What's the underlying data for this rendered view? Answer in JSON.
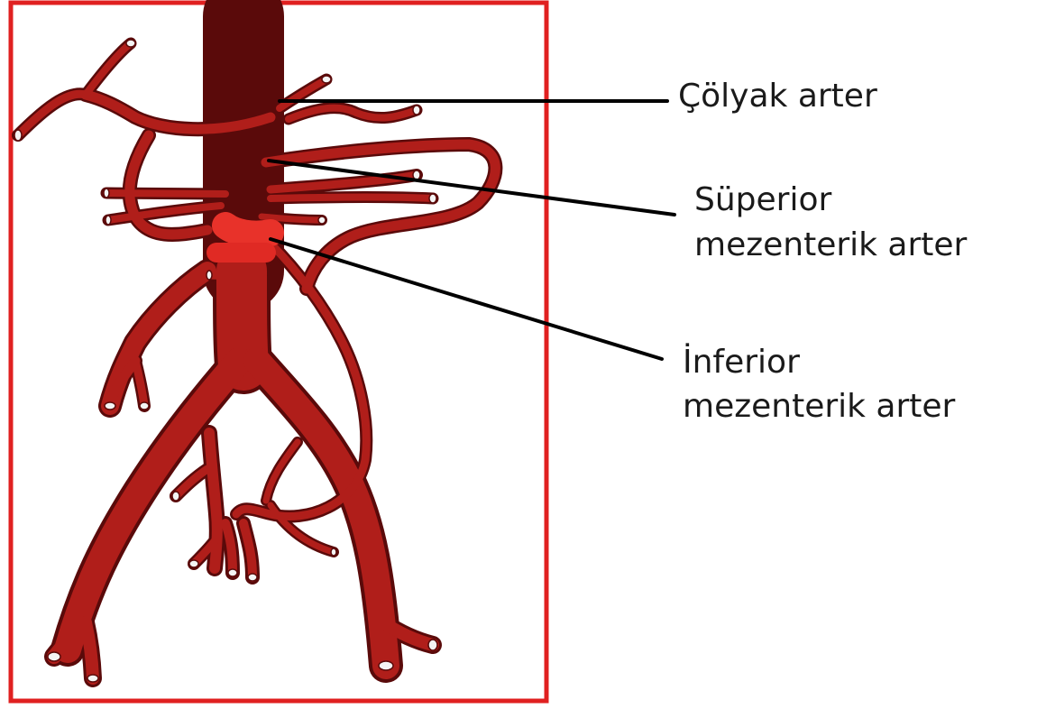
{
  "labels": {
    "celiac": "Çölyak arter",
    "superior_mesenteric": [
      "Süperior",
      "mezenterik arter"
    ],
    "inferior_mesenteric": [
      "İnferior",
      "mezenterik arter"
    ]
  },
  "colors": {
    "frame": "#e02020",
    "artery_dark": "#8e1414",
    "artery": "#b8201c",
    "artery_highlight": "#e8322a",
    "vessel_end": "#f4f4f4",
    "leader_line": "#000000"
  }
}
